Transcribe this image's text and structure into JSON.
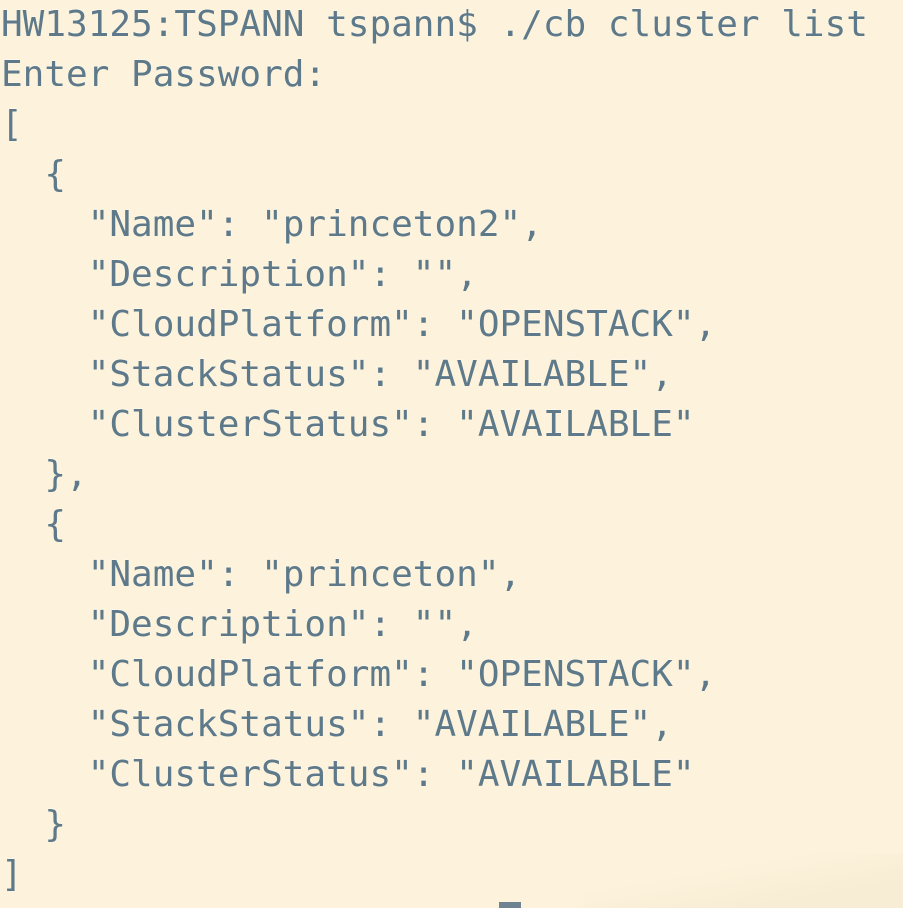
{
  "colors": {
    "background": "#fdf3dc",
    "foreground": "#5e7a8a",
    "cursor": "#6e8292"
  },
  "terminal": {
    "hostname": "HW13125",
    "user": "tspann",
    "prompt": "HW13125:TSPANN tspann$",
    "command": "./cb cluster list",
    "password_prompt": "Enter Password:",
    "clusters": [
      {
        "Name": "princeton2",
        "Description": "",
        "CloudPlatform": "OPENSTACK",
        "StackStatus": "AVAILABLE",
        "ClusterStatus": "AVAILABLE"
      },
      {
        "Name": "princeton",
        "Description": "",
        "CloudPlatform": "OPENSTACK",
        "StackStatus": "AVAILABLE",
        "ClusterStatus": "AVAILABLE"
      }
    ],
    "screen_lines": [
      "HW13125:TSPANN tspann$ ./cb cluster list",
      "Enter Password:",
      "[",
      "  {",
      "    \"Name\": \"princeton2\",",
      "    \"Description\": \"\",",
      "    \"CloudPlatform\": \"OPENSTACK\",",
      "    \"StackStatus\": \"AVAILABLE\",",
      "    \"ClusterStatus\": \"AVAILABLE\"",
      "  },",
      "  {",
      "    \"Name\": \"princeton\",",
      "    \"Description\": \"\",",
      "    \"CloudPlatform\": \"OPENSTACK\",",
      "    \"StackStatus\": \"AVAILABLE\",",
      "    \"ClusterStatus\": \"AVAILABLE\"",
      "  }",
      "]"
    ],
    "cursor": {
      "row": 18,
      "col": 23,
      "visible": true
    }
  }
}
